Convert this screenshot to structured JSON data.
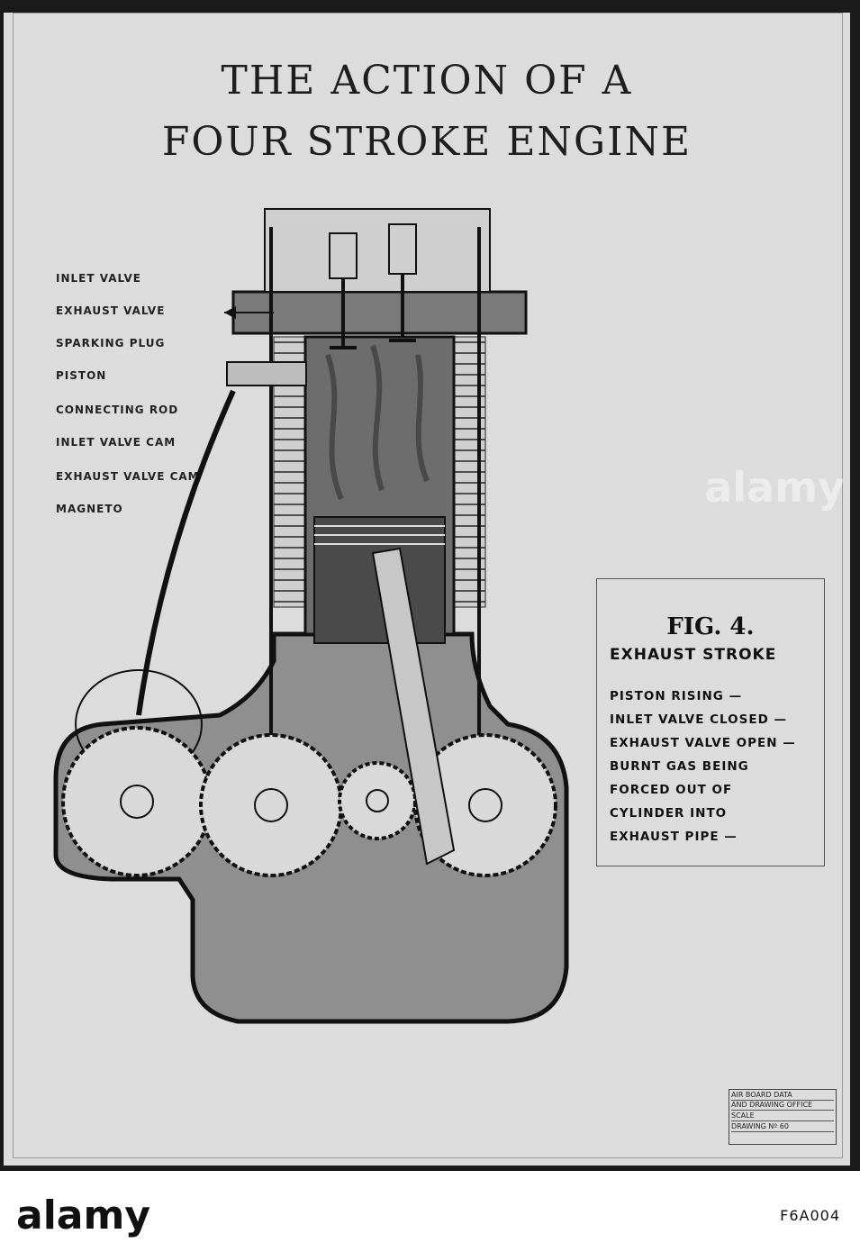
{
  "title": {
    "line1": "THE ACTION OF A",
    "line2": "FOUR STROKE ENGINE"
  },
  "legend": [
    "INLET VALVE",
    "EXHAUST VALVE",
    "SPARKING PLUG",
    "PISTON",
    "CONNECTING ROD",
    "INLET VALVE CAM",
    "EXHAUST VALVE CAM",
    "MAGNETO"
  ],
  "figure": {
    "label": "FIG. 4.",
    "stroke": "EXHAUST STROKE",
    "lines": [
      "PISTON RISING —",
      "INLET VALVE CLOSED —",
      "EXHAUST VALVE OPEN —",
      "BURNT GAS BEING",
      "FORCED OUT OF",
      "CYLINDER INTO",
      "EXHAUST PIPE —"
    ]
  },
  "stamp": {
    "office_line1": "AIR BOARD DATA",
    "office_line2": "AND DRAWING OFFICE",
    "scale": "SCALE",
    "drawing_no": "DRAWING Nº 60"
  },
  "watermark": {
    "text": "alamy"
  },
  "footer": {
    "logo": "alamy",
    "image_id": "F6A004"
  },
  "colors": {
    "crankcase_fill": "#8f8f8f",
    "cylinder_fill": "#6d6d6d",
    "gear_fill": "#d9d9d9",
    "outline": "#111111"
  }
}
